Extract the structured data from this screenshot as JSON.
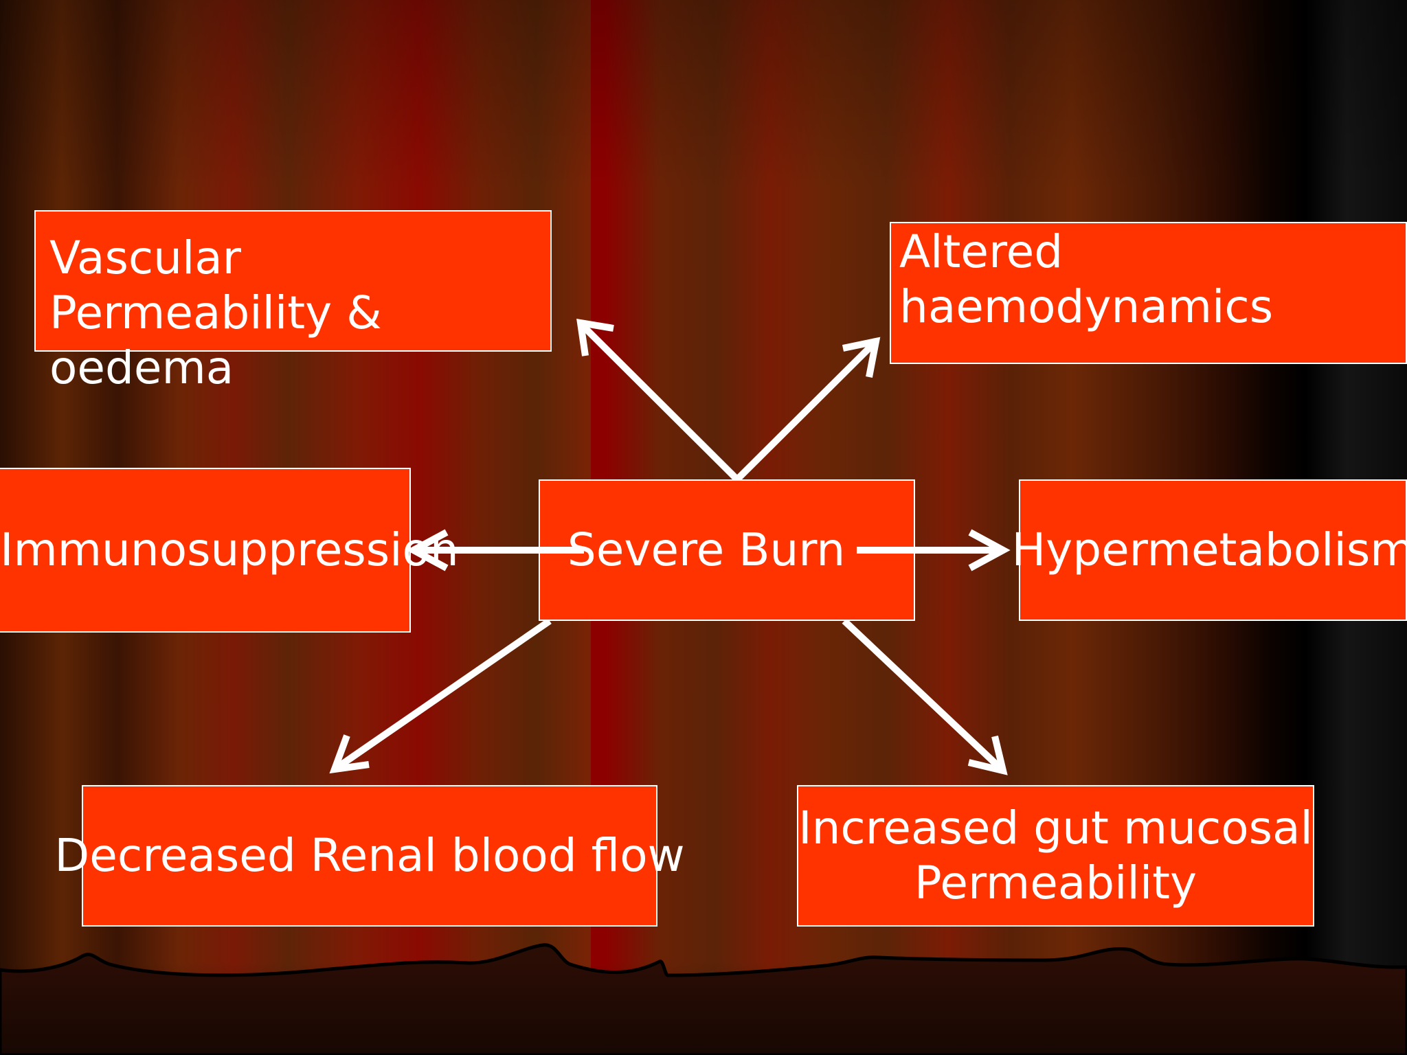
{
  "diagram": {
    "center": "Severe Burn",
    "nodes": {
      "vascular": "Vascular Permeability & oedema",
      "haemodynamics": "Altered haemodynamics",
      "immunosuppression": "Immunosuppression",
      "hypermetabolism": "Hypermetabolism",
      "renal": "Decreased Renal blood flow",
      "gut": "Increased gut mucosal Permeability"
    },
    "edges": [
      {
        "from": "Severe Burn",
        "to": "Vascular Permeability & oedema"
      },
      {
        "from": "Severe Burn",
        "to": "Altered haemodynamics"
      },
      {
        "from": "Severe Burn",
        "to": "Immunosuppression"
      },
      {
        "from": "Severe Burn",
        "to": "Hypermetabolism"
      },
      {
        "from": "Severe Burn",
        "to": "Decreased Renal blood flow"
      },
      {
        "from": "Severe Burn",
        "to": "Increased gut mucosal Permeability"
      }
    ]
  },
  "colors": {
    "box_fill": "#ff3300",
    "text": "#ffffff",
    "arrow": "#ffffff",
    "curtain_red": "#8d0000",
    "curtain_brown": "#5c2408"
  }
}
